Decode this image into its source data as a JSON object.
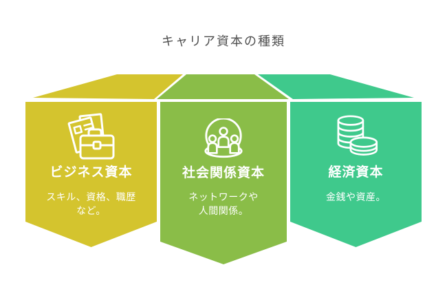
{
  "title": "キャリア資本の種類",
  "colors": {
    "background": "#ffffff",
    "title-text": "#4f4f4f",
    "banner-text": "#ffffff",
    "business": "#d4c42e",
    "social": "#8abd48",
    "economic": "#3fc98c"
  },
  "banners": [
    {
      "id": "business",
      "label": "ビジネス資本",
      "description_lines": [
        "スキル、資格、職歴",
        "など。"
      ],
      "icon": "briefcase-documents-icon",
      "color": "#d4c42e"
    },
    {
      "id": "social",
      "label": "社会関係資本",
      "description_lines": [
        "ネットワークや",
        "人間関係。"
      ],
      "icon": "people-network-icon",
      "color": "#8abd48"
    },
    {
      "id": "economic",
      "label": "経済資本",
      "description_lines": [
        "金銭や資産。"
      ],
      "icon": "coin-stacks-icon",
      "color": "#3fc98c"
    }
  ]
}
